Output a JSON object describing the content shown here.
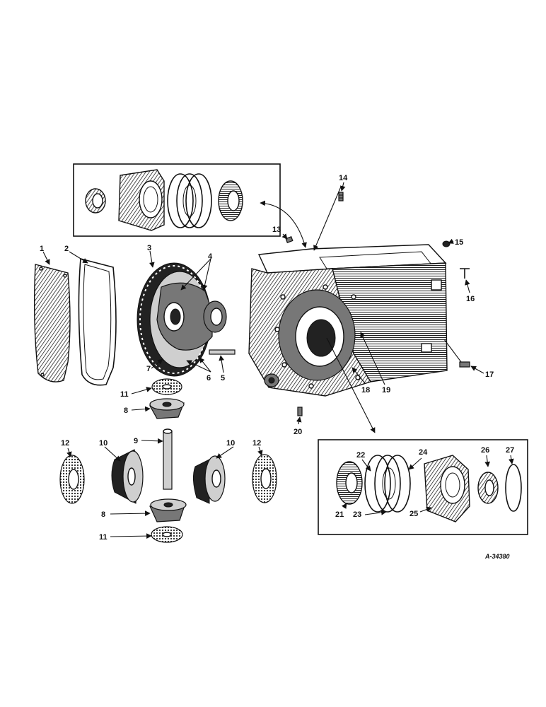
{
  "figure": {
    "reference_code": "A-34380",
    "callouts": [
      {
        "id": "1",
        "label": "1"
      },
      {
        "id": "2",
        "label": "2"
      },
      {
        "id": "3",
        "label": "3"
      },
      {
        "id": "4",
        "label": "4"
      },
      {
        "id": "5",
        "label": "5"
      },
      {
        "id": "6",
        "label": "6"
      },
      {
        "id": "7",
        "label": "7"
      },
      {
        "id": "8a",
        "label": "8"
      },
      {
        "id": "8b",
        "label": "8"
      },
      {
        "id": "9",
        "label": "9"
      },
      {
        "id": "10a",
        "label": "10"
      },
      {
        "id": "10b",
        "label": "10"
      },
      {
        "id": "11a",
        "label": "11"
      },
      {
        "id": "11b",
        "label": "11"
      },
      {
        "id": "12a",
        "label": "12"
      },
      {
        "id": "12b",
        "label": "12"
      },
      {
        "id": "13",
        "label": "13"
      },
      {
        "id": "14",
        "label": "14"
      },
      {
        "id": "15",
        "label": "15"
      },
      {
        "id": "16",
        "label": "16"
      },
      {
        "id": "17",
        "label": "17"
      },
      {
        "id": "18",
        "label": "18"
      },
      {
        "id": "19",
        "label": "19"
      },
      {
        "id": "20",
        "label": "20"
      },
      {
        "id": "21",
        "label": "21"
      },
      {
        "id": "22",
        "label": "22"
      },
      {
        "id": "23",
        "label": "23"
      },
      {
        "id": "24",
        "label": "24"
      },
      {
        "id": "25",
        "label": "25"
      },
      {
        "id": "26",
        "label": "26"
      },
      {
        "id": "27",
        "label": "27"
      }
    ]
  }
}
